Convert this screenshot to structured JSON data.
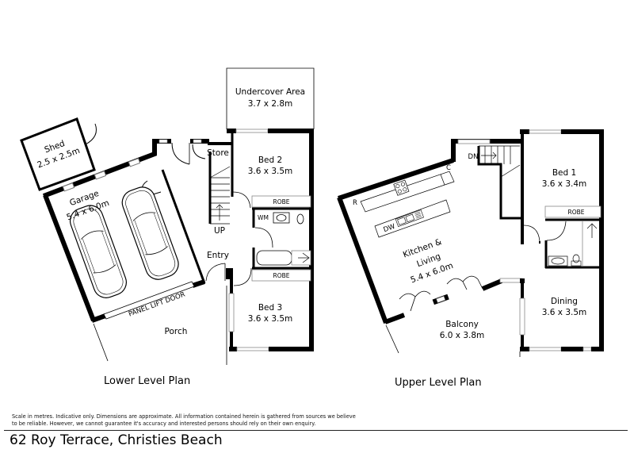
{
  "lower_level": {
    "title": "Lower Level Plan",
    "rooms": {
      "shed": {
        "name": "Shed",
        "size": "2.5 x 2.5m"
      },
      "garage": {
        "name": "Garage",
        "size": "5.4 x 6.0m"
      },
      "undercover": {
        "name": "Undercover Area",
        "size": "3.7 x 2.8m"
      },
      "bed2": {
        "name": "Bed 2",
        "size": "3.6 x 3.5m"
      },
      "bed3": {
        "name": "Bed 3",
        "size": "3.6 x 3.5m"
      },
      "porch": {
        "name": "Porch"
      },
      "entry": {
        "name": "Entry"
      },
      "store": {
        "name": "Store"
      }
    },
    "labels": {
      "robe_top": "ROBE",
      "robe_bottom": "ROBE",
      "wm": "WM",
      "stairs_up": "UP",
      "panel_lift_door": "PANEL LIFT DOOR"
    }
  },
  "upper_level": {
    "title": "Upper Level Plan",
    "rooms": {
      "kitchen_living": {
        "name_line1": "Kitchen &",
        "name_line2": "Living",
        "size": "5.4 x 6.0m"
      },
      "balcony": {
        "name": "Balcony",
        "size": "6.0 x 3.8m"
      },
      "bed1": {
        "name": "Bed 1",
        "size": "3.6 x 3.4m"
      },
      "dining": {
        "name": "Dining",
        "size": "3.6 x 3.5m"
      }
    },
    "labels": {
      "robe": "ROBE",
      "stairs_down": "DN",
      "dishwasher": "DW",
      "fridge": "R",
      "cupboard": "C"
    }
  },
  "footer": {
    "disclaimer": "Scale in metres. Indicative only. Dimensions are approximate. All information contained herein is gathered from sources we believe to be reliable. However, we cannot guarantee it's accuracy and interested persons should rely on their own enquiry.",
    "address": "62 Roy Terrace, Christies Beach"
  }
}
